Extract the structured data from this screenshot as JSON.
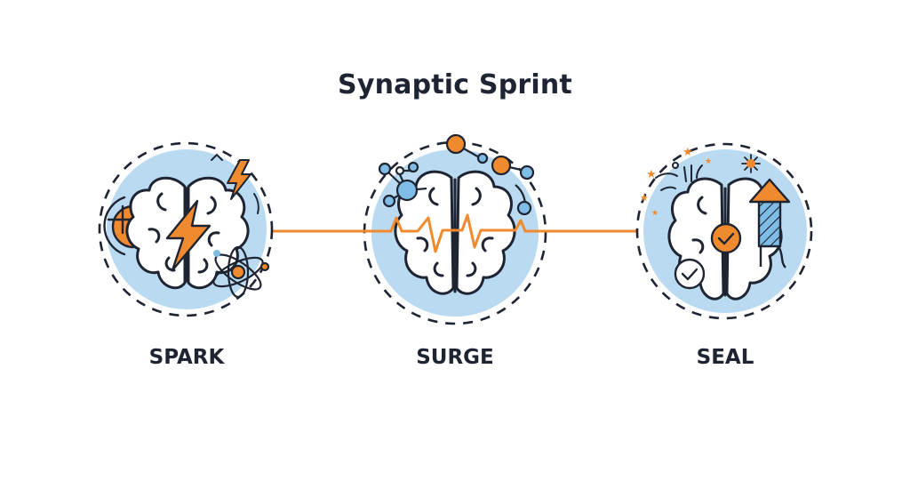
{
  "title": "Synaptic Sprint",
  "stages": [
    {
      "label": "SPARK",
      "icon": "brain-with-lightning-and-atom"
    },
    {
      "label": "SURGE",
      "icon": "brain-with-neural-network-and-pulse"
    },
    {
      "label": "SEAL",
      "icon": "brain-with-checkmarks-and-fireworks"
    }
  ],
  "colors": {
    "text": "#1f2433",
    "circle_fill": "#b9daf0",
    "accent_orange": "#f08a2e",
    "node_blue": "#7fbce6",
    "outline": "#1f2433"
  }
}
